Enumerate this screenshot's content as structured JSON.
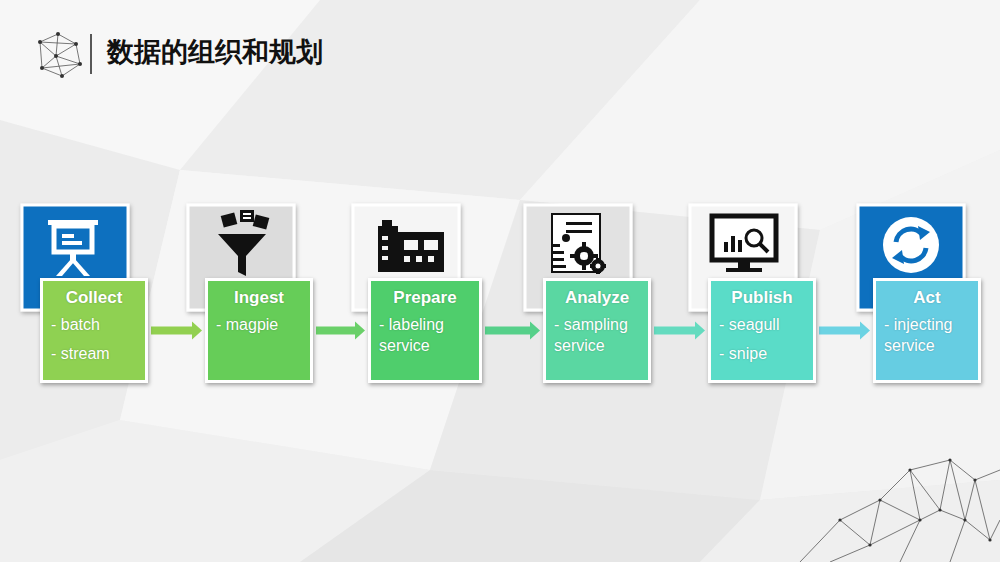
{
  "diagram": {
    "title": "数据的组织和规划",
    "nodes": [
      {
        "text": [
          "Collect",
          "- batch",
          "- stream"
        ]
      },
      {
        "text": [
          "Ingest",
          "- magpie"
        ]
      },
      {
        "text": [
          "Prepare",
          "- labeling service"
        ]
      },
      {
        "text": [
          "Analyze",
          "- sampling service"
        ]
      },
      {
        "text": [
          "Publish",
          "- seagull",
          "- snipe"
        ]
      },
      {
        "text": [
          "Act",
          "- injecting service"
        ]
      }
    ],
    "edges": [
      {
        "from": 0,
        "to": 1,
        "arrow": "to"
      },
      {
        "from": 1,
        "to": 2,
        "arrow": "to"
      },
      {
        "from": 2,
        "to": 3,
        "arrow": "to"
      },
      {
        "from": 3,
        "to": 4,
        "arrow": "to"
      },
      {
        "from": 4,
        "to": 5,
        "arrow": "to"
      }
    ]
  }
}
